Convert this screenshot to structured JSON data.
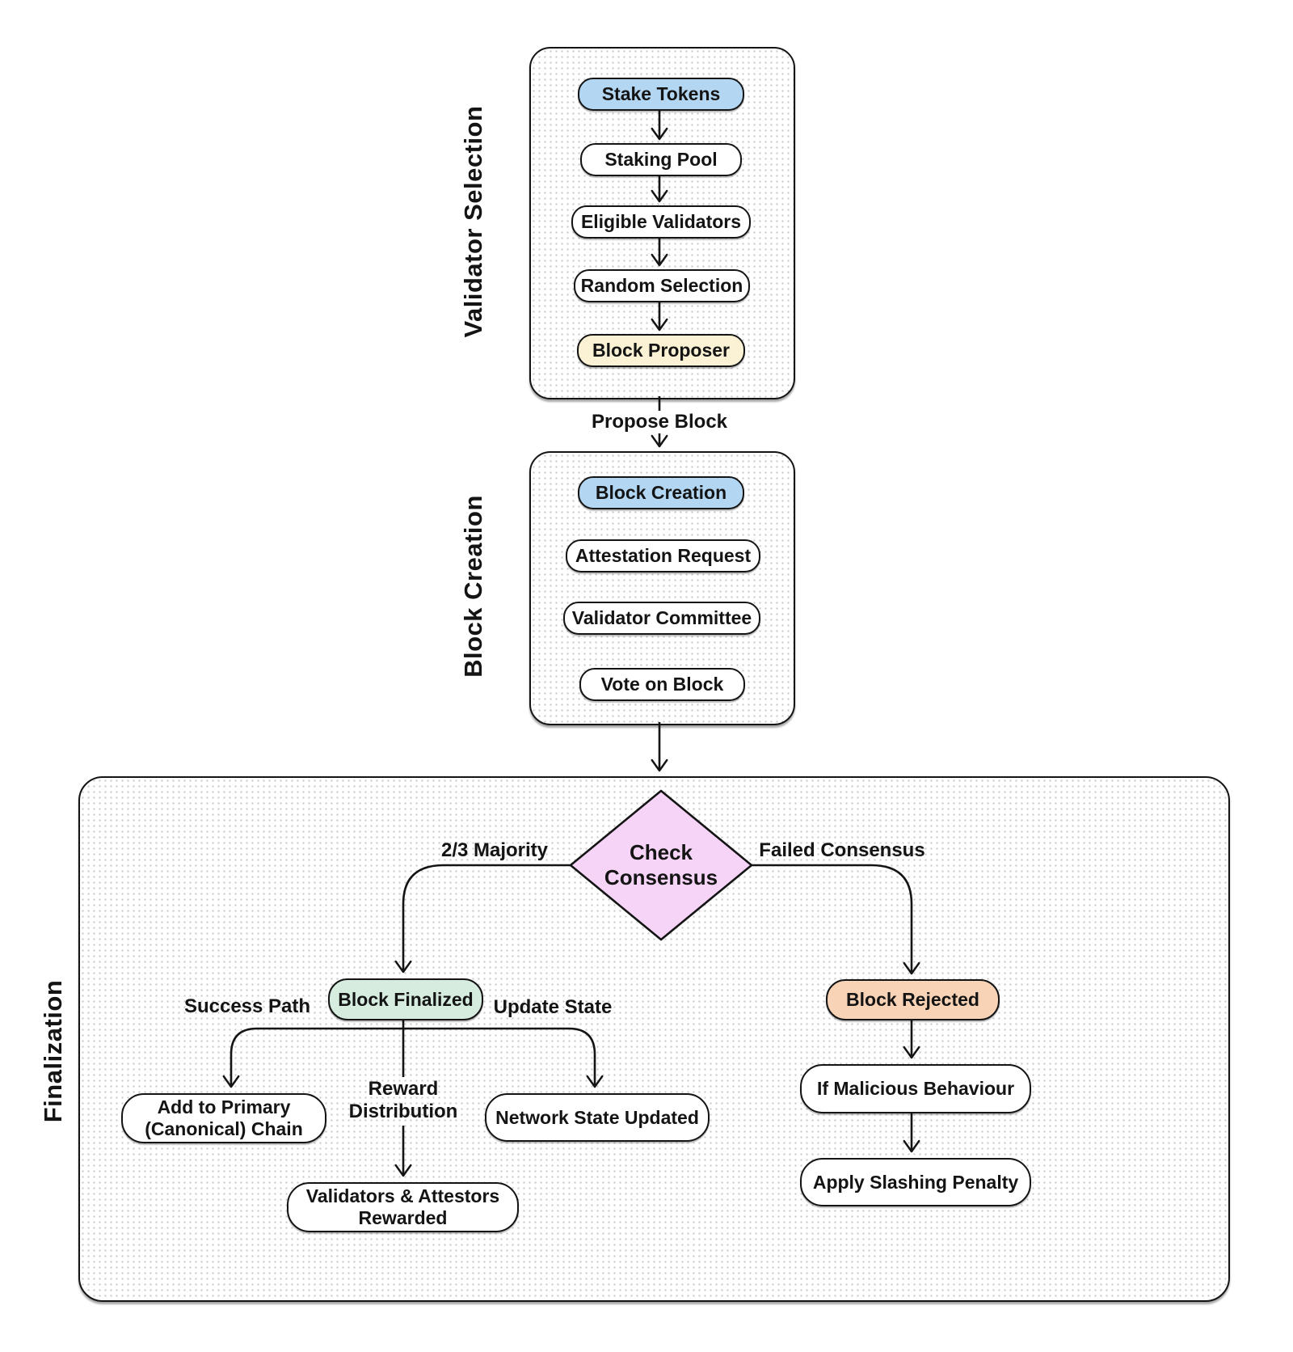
{
  "diagram": {
    "sections": [
      {
        "id": "validator-selection",
        "label": "Validator Selection"
      },
      {
        "id": "block-creation",
        "label": "Block Creation"
      },
      {
        "id": "finalization",
        "label": "Finalization"
      }
    ],
    "nodes": {
      "stake_tokens": {
        "label": "Stake Tokens",
        "fill": "#b3d7f3"
      },
      "staking_pool": {
        "label": "Staking Pool",
        "fill": "#ffffff"
      },
      "eligible_validators": {
        "label": "Eligible Validators",
        "fill": "#ffffff"
      },
      "random_selection": {
        "label": "Random Selection",
        "fill": "#ffffff"
      },
      "block_proposer": {
        "label": "Block Proposer",
        "fill": "#fbf1d4"
      },
      "block_creation": {
        "label": "Block Creation",
        "fill": "#b3d7f3"
      },
      "attestation_request": {
        "label": "Attestation Request",
        "fill": "#ffffff"
      },
      "validator_committee": {
        "label": "Validator Committee",
        "fill": "#ffffff"
      },
      "vote_on_block": {
        "label": "Vote on Block",
        "fill": "#ffffff"
      },
      "check_consensus": {
        "lines": [
          "Check",
          "Consensus"
        ],
        "fill": "#f6d4f8"
      },
      "block_finalized": {
        "label": "Block Finalized",
        "fill": "#d6ecdf"
      },
      "block_rejected": {
        "label": "Block Rejected",
        "fill": "#f9d3b6"
      },
      "add_chain": {
        "lines": [
          "Add to Primary",
          "(Canonical) Chain"
        ],
        "fill": "#ffffff"
      },
      "network_state": {
        "label": "Network State Updated",
        "fill": "#ffffff"
      },
      "validators_rewarded": {
        "lines": [
          "Validators & Attestors",
          "Rewarded"
        ],
        "fill": "#ffffff"
      },
      "if_malicious": {
        "label": "If Malicious Behaviour",
        "fill": "#ffffff"
      },
      "apply_slashing": {
        "label": "Apply Slashing Penalty",
        "fill": "#ffffff"
      }
    },
    "edge_labels": {
      "propose_block": "Propose Block",
      "majority": "2/3 Majority",
      "failed_consensus": "Failed Consensus",
      "success_path": "Success Path",
      "update_state": "Update State",
      "reward_distribution": [
        "Reward",
        "Distribution"
      ]
    },
    "colors": {
      "border": "#141414",
      "dot_pattern": "#c6c6c6",
      "background": "#ffffff",
      "node_blue": "#b3d7f3",
      "node_cream": "#fbf1d4",
      "node_green": "#d6ecdf",
      "node_orange": "#f9d3b6",
      "node_pink": "#f6d4f8"
    }
  }
}
